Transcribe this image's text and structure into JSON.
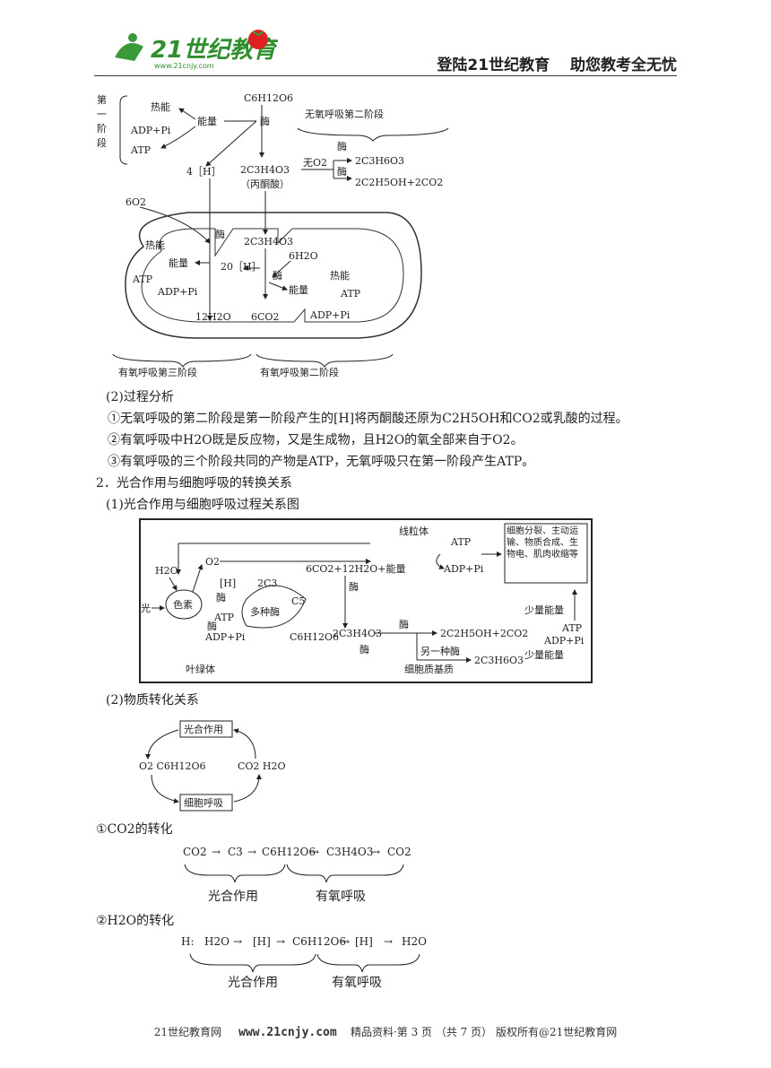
{
  "header": {
    "logo_text": "21世纪教育",
    "logo_url_text": "www.21cnjy.com",
    "slogan": "登陆21世纪教育　 助您教考全无忧"
  },
  "fig1": {
    "stage1_label": "第一阶段",
    "heat": "热能",
    "energy": "能量",
    "adp": "ADP+Pi",
    "atp": "ATP",
    "glucose": "C6H12O6",
    "enzyme": "酶",
    "anaerobic2": "无氧呼吸第二阶段",
    "h4": "4［H］",
    "pyruvate": "2C3H4O3",
    "pyruvate_cn": "（丙酮酸）",
    "no_o2": "无O2",
    "lactic": "2C3H6O3",
    "ethanol": "2C2H5OH+2CO2",
    "o2_6": "6O2",
    "h2o_6": "6H2O",
    "h20": "20［H］",
    "h2o_12": "12H2O",
    "co2_6": "6CO2",
    "aerobic3": "有氧呼吸第三阶段",
    "aerobic2": "有氧呼吸第二阶段"
  },
  "text1": {
    "heading": "(2)过程分析",
    "item1": "①无氧呼吸的第二阶段是第一阶段产生的[H]将丙酮酸还原为C2H5OH和CO2或乳酸的过程。",
    "item2": "②有氧呼吸中H2O既是反应物，又是生成物，且H2O的氧全部来自于O2。",
    "item3": "③有氧呼吸的三个阶段共同的产物是ATP，无氧呼吸只在第一阶段产生ATP。",
    "section2": "2．光合作用与细胞呼吸的转换关系",
    "sub1": "(1)光合作用与细胞呼吸过程关系图"
  },
  "fig2": {
    "mito": "线粒体",
    "chloro": "叶绿体",
    "cyto": "细胞质基质",
    "h2o": "H2O",
    "o2": "O2",
    "h": "[H]",
    "light": "光",
    "pigment": "色素",
    "enzyme": "酶",
    "atp": "ATP",
    "adp": "ADP+Pi",
    "c3": "2C3",
    "c5": "C5",
    "many_enzymes": "多种酶",
    "glucose": "C6H12O6",
    "eq_main": "6CO2+12H2O+能量",
    "pyruvate": "2C3H4O3",
    "ethanol": "2C2H5OH+2CO2",
    "other_enzyme": "另一种酶",
    "lactic": "2C3H6O3",
    "little_energy": "少量能量",
    "uses": "细胞分裂、主动运输、物质合成、生物电、肌肉收缩等"
  },
  "text2": {
    "sub2": "(2)物质转化关系"
  },
  "fig3": {
    "photo": "光合作用",
    "resp": "细胞呼吸",
    "left": "O2 C6H12O6",
    "right": "CO2 H2O"
  },
  "co2": {
    "title": "①CO2的转化",
    "chain": [
      "CO2",
      "C3",
      "C6H12O6",
      "C3H4O3",
      "CO2"
    ],
    "brace1": "光合作用",
    "brace2": "有氧呼吸"
  },
  "h2o": {
    "title": "②H2O的转化",
    "prefix": "H:",
    "chain": [
      "H2O",
      "[H]",
      "C6H12O6",
      "[H]",
      "H2O"
    ],
    "brace1": "光合作用",
    "brace2": "有氧呼吸"
  },
  "footer": {
    "site": "21世纪教育网",
    "url": "www.21cnjy.com",
    "page": "精品资料·第 3 页 （共 7 页） 版权所有@21世纪教育网"
  }
}
